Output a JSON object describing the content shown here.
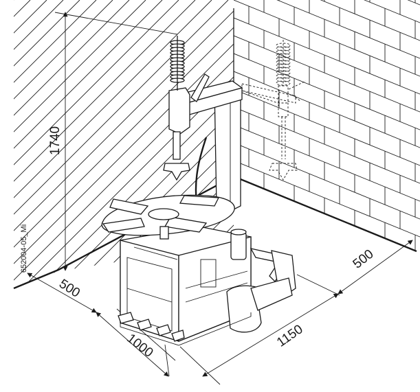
{
  "figure_ref": "652004-05_Mi",
  "dimensions": {
    "height": "1740",
    "left_clearance": "500",
    "depth": "1000",
    "width": "1150",
    "right_clearance": "500"
  },
  "colors": {
    "line": "#1a1a1a",
    "background": "#ffffff"
  }
}
